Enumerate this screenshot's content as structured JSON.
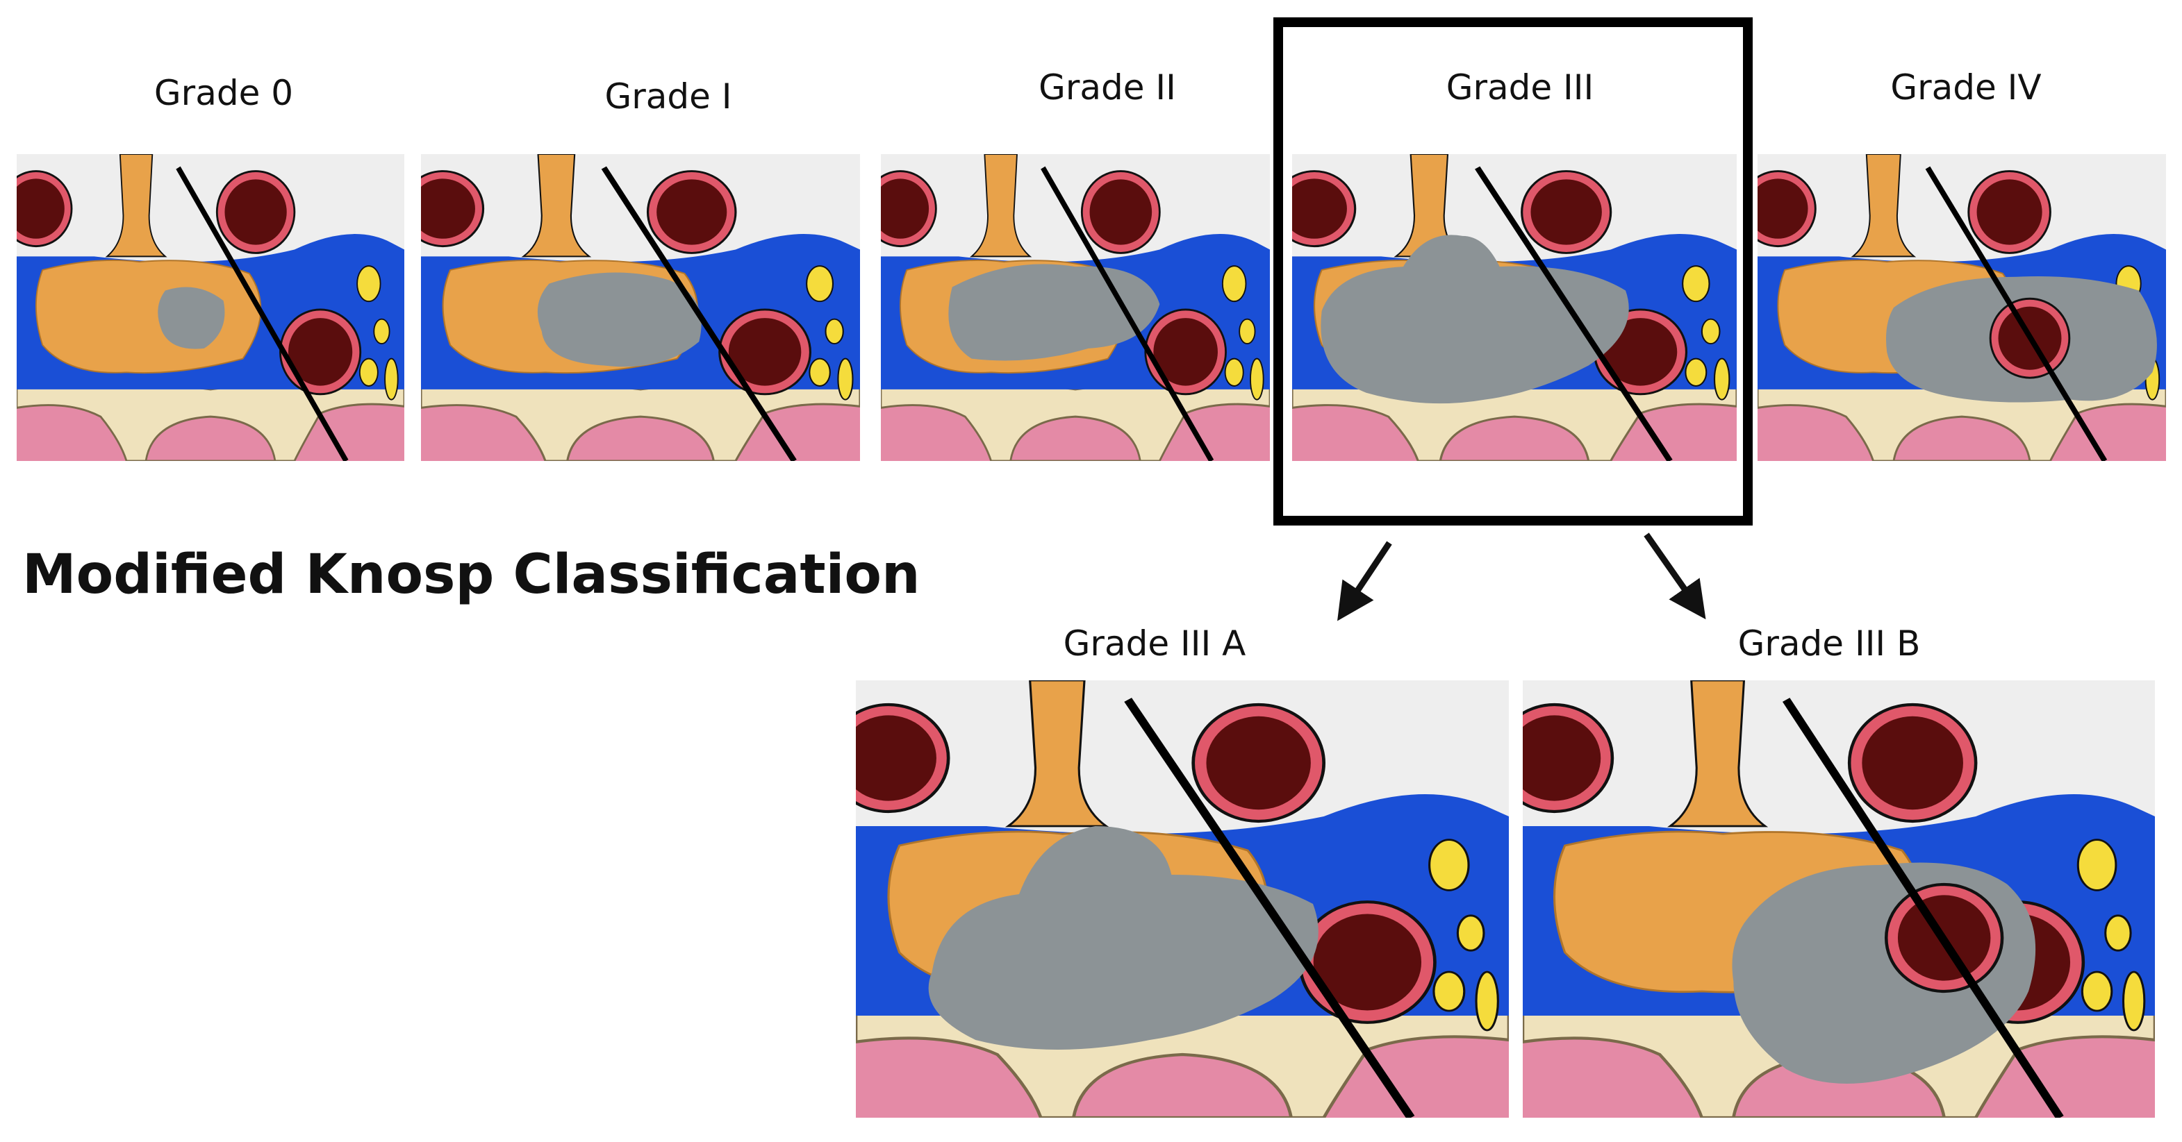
{
  "title": "Modified Knosp Classification",
  "grades": [
    {
      "id": "g0",
      "label": "Grade 0"
    },
    {
      "id": "g1",
      "label": "Grade I"
    },
    {
      "id": "g2",
      "label": "Grade II"
    },
    {
      "id": "g3",
      "label": "Grade III"
    },
    {
      "id": "g4",
      "label": "Grade IV"
    },
    {
      "id": "g3a",
      "label": "Grade III A"
    },
    {
      "id": "g3b",
      "label": "Grade III B"
    }
  ],
  "colors": {
    "cavernous_sinus": "#1a4fd6",
    "pituitary": "#e8a24a",
    "tumor": "#8c9396",
    "carotid_wall": "#e0586a",
    "carotid_lumen": "#5a0d0d",
    "nerve": "#f5dc3c",
    "bone": "#efe2bc",
    "sinus_mucosa": "#e48aa6",
    "background": "#eeeeee",
    "highlight_box": "#000000"
  }
}
